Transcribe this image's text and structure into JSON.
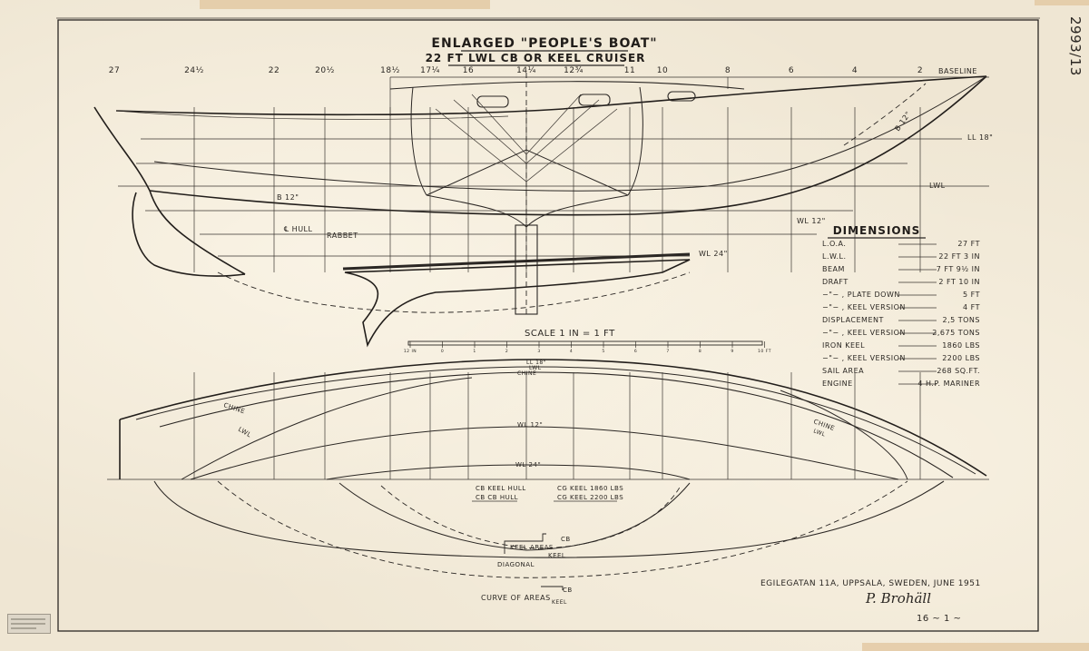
{
  "title": {
    "line1": "ENLARGED \"PEOPLE'S BOAT\"",
    "line2": "22 FT LWL  CB OR KEEL CRUISER"
  },
  "archive_number": "2993/13",
  "stations": [
    "27",
    "24½",
    "22",
    "20½",
    "18½",
    "17¼",
    "16",
    "14¼",
    "12¾",
    "11",
    "10",
    "8",
    "6",
    "4",
    "2"
  ],
  "baseline_label": "BASELINE",
  "profile_labels": {
    "b12_aft": "B 12\"",
    "b12_fwd": "B 12\"",
    "cl_hull": "℄ HULL",
    "rabbet": "RABBET",
    "lwl": "LWL",
    "wl18": "LL 18\"",
    "wl12": "WL 12\"",
    "wl24": "WL 24\""
  },
  "scale": {
    "label": "SCALE   1 IN = 1 FT",
    "ticks": [
      "12 IN",
      "0",
      "1",
      "2",
      "3",
      "4",
      "5",
      "6",
      "7",
      "8",
      "9",
      "10 FT"
    ]
  },
  "dimensions": {
    "heading": "DIMENSIONS",
    "rows": [
      {
        "label": "L.O.A.",
        "value": "27 FT"
      },
      {
        "label": "L.W.L.",
        "value": "22 FT 3 IN"
      },
      {
        "label": "BEAM",
        "value": "7 FT 9½ IN"
      },
      {
        "label": "DRAFT",
        "value": "2 FT 10 IN"
      },
      {
        "label": "−\"− , PLATE DOWN",
        "value": "5 FT"
      },
      {
        "label": "−\"− , KEEL VERSION",
        "value": "4 FT"
      },
      {
        "label": "DISPLACEMENT",
        "value": "2,5 TONS"
      },
      {
        "label": "−\"− , KEEL VERSION",
        "value": "2,675 TONS"
      },
      {
        "label": "IRON KEEL",
        "value": "1860 LBS"
      },
      {
        "label": "−\"− , KEEL VERSION",
        "value": "2200 LBS"
      },
      {
        "label": "SAIL AREA",
        "value": "268 SQ.FT."
      },
      {
        "label": "ENGINE",
        "value": "4 H.P. MARINER"
      }
    ]
  },
  "plan_labels": {
    "wl18": "LL 18\"",
    "lwl": "LWL",
    "chine_top": "CHINE",
    "chine_aft": "CHINE",
    "lwl_aft": "LWL",
    "chine_fwd": "CHINE",
    "lwl_fwd": "LWL",
    "wl12": "WL 12\"",
    "wl24": "WL 24\""
  },
  "areas_labels": {
    "cb_keel_hull": "CB KEEL HULL",
    "cb_cb_hull": "CB CB HULL",
    "cg_keel_1860": "CG KEEL 1860 LBS",
    "cg_keel_2200": "CG KEEL 2200 LBS",
    "cb1": "CB",
    "keel_areas": "KEEL AREAS",
    "keel1": "KEEL",
    "diagonal": "DIAGONAL",
    "cb2": "CB",
    "curve_of_areas": "CURVE OF AREAS",
    "keel2": "KEEL"
  },
  "address": "EGILEGATAN 11A, UPPSALA, SWEDEN, JUNE 1951",
  "signature": "P. Brohäll",
  "sheet_number": "16 ~ 1 ~"
}
